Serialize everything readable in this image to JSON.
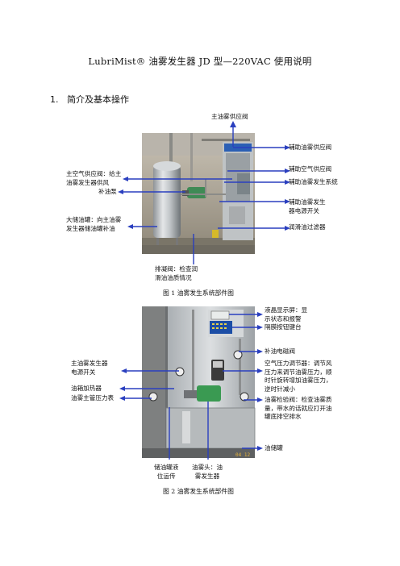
{
  "doc": {
    "title": "LubriMist® 油雾发生器 JD 型—220VAC 使用说明",
    "section_num": "1.",
    "section_title": "简介及基本操作"
  },
  "figure1": {
    "caption": "图 1   油雾发生系统部件图",
    "labels": {
      "main_valve": "主油雾供应阀",
      "aux_mist_valve": "辅助油雾供应阀",
      "aux_air_valve": "辅助空气供应阀",
      "aux_system": "辅助油雾发生系统",
      "main_air_1": "主空气供应阀：给主",
      "main_air_2": "油雾发生器供风",
      "pump": "补油泵",
      "aux_power_1": "辅助油雾发生",
      "aux_power_2": "器电源开关",
      "tank_1": "大储油罐：向主油雾",
      "tank_2": "发生器储油罐补油",
      "filter": "润滑油过滤器",
      "drain_1": "排凝阀：检查润",
      "drain_2": "滑油油质情况"
    }
  },
  "figure2": {
    "caption": "图 2   油雾发生系统部件图",
    "labels": {
      "lcd_1": "液晶显示屏：显",
      "lcd_2": "示状态和报警",
      "keypad": "隔膜按钮键台",
      "refill_valve": "补油电磁阀",
      "main_power_1": "主油雾发生器",
      "main_power_2": "电源开关",
      "reg_1": "空气压力调节器：调节风",
      "reg_2": "压力来调节油雾压力，顺",
      "reg_3": "时针旋转增加油雾压力，",
      "reg_4": "逆时针减小",
      "heater": "油箱加热器",
      "gauge": "油雾主管压力表",
      "check_1": "油雾检验阀：检查油雾质",
      "check_2": "量，带水的话就应打开油",
      "check_3": "罐底排空排水",
      "reservoir": "油储罐",
      "level_1": "储油罐液",
      "level_2": "位运传",
      "head_1": "油雾头：油",
      "head_2": "雾发生器"
    }
  }
}
